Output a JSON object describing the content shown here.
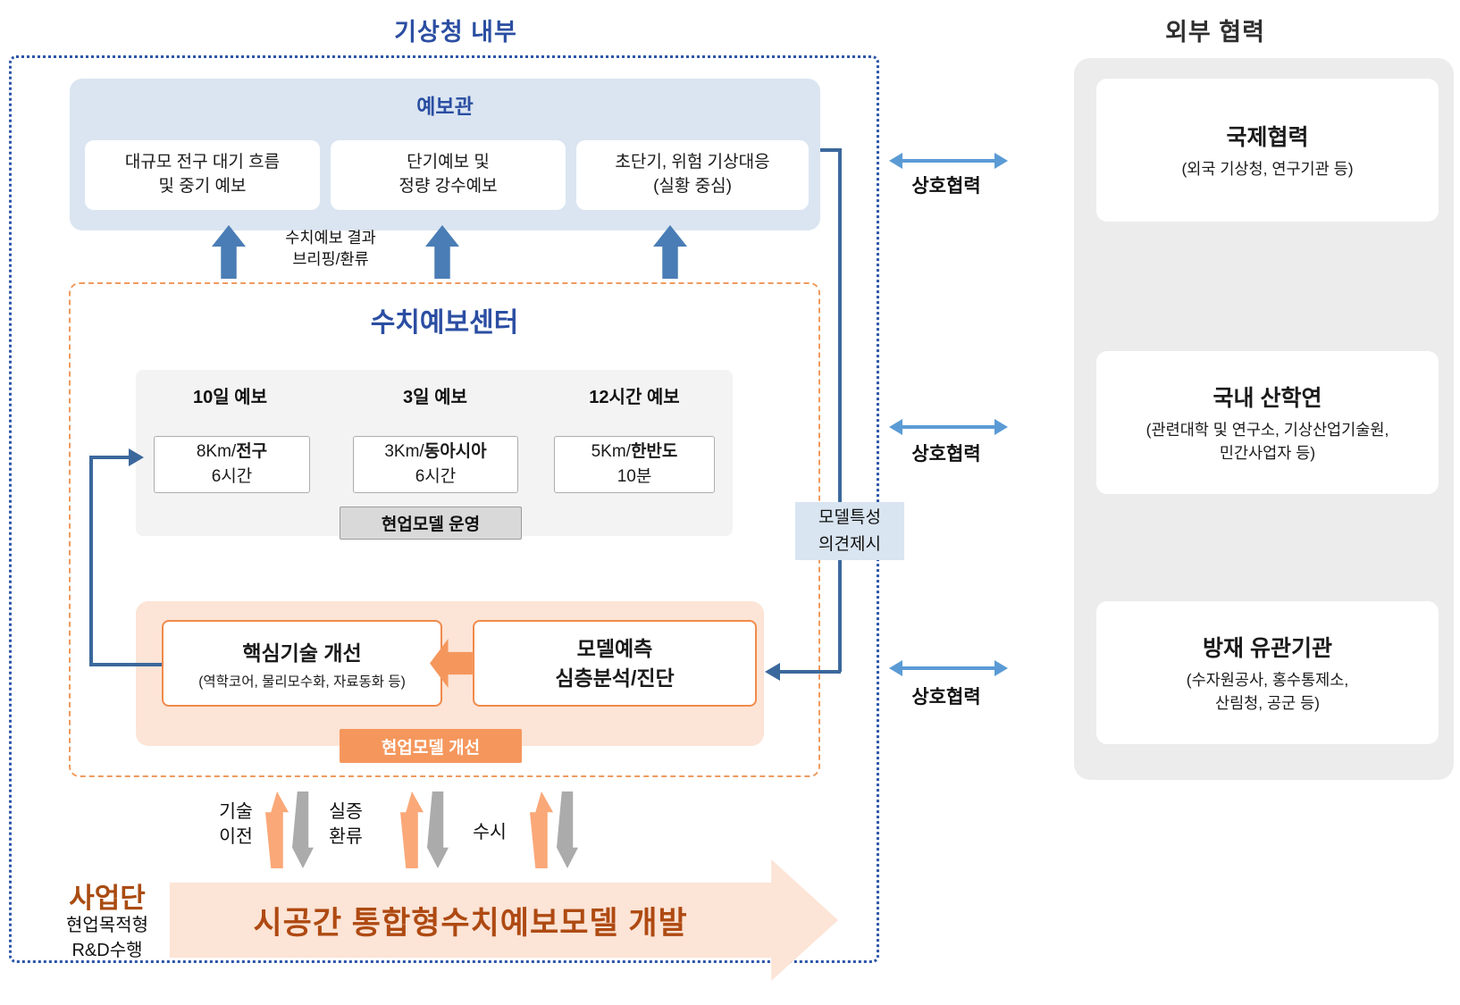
{
  "header": {
    "internal_title": "기상청 내부",
    "external_title": "외부 협력"
  },
  "forecaster": {
    "title": "예보관",
    "boxes": [
      {
        "line1": "대규모 전구 대기 흐름",
        "line2": "및 중기 예보"
      },
      {
        "line1": "단기예보 및",
        "line2": "정량 강수예보"
      },
      {
        "line1": "초단기, 위험 기상대응",
        "line2": "(실황 중심)"
      }
    ]
  },
  "briefing": {
    "line1": "수치예보 결과",
    "line2": "브리핑/환류"
  },
  "nwp": {
    "title": "수치예보센터",
    "columns": [
      {
        "header": "10일 예보",
        "res": "8Km/",
        "domain": "전구",
        "cycle": "6시간"
      },
      {
        "header": "3일 예보",
        "res": "3Km/",
        "domain": "동아시아",
        "cycle": "6시간"
      },
      {
        "header": "12시간 예보",
        "res": "5Km/",
        "domain": "한반도",
        "cycle": "10분"
      }
    ],
    "ops_label": "현업모델 운영",
    "core_tech": {
      "title": "핵심기술 개선",
      "subtitle": "(역학코어, 물리모수화, 자료동화 등)"
    },
    "diagnosis": {
      "line1": "모델예측",
      "line2": "심층분석/진단"
    },
    "improve_label": "현업모델 개선"
  },
  "feedback": {
    "line1": "모델특성",
    "line2": "의견제시"
  },
  "bottom": {
    "tech": {
      "line1": "기술",
      "line2": "이전"
    },
    "proof": {
      "line1": "실증",
      "line2": "환류"
    },
    "anytime": "수시",
    "org_name": "사업단",
    "org_line2": "현업목적형",
    "org_line3": "R&D수행",
    "big_arrow_text": "시공간 통합형수치예보모델 개발"
  },
  "external": {
    "mutual_label": "상호협력",
    "orgs": [
      {
        "title": "국제협력",
        "sub1": "(외국 기상청, 연구기관 등)",
        "sub2": ""
      },
      {
        "title": "국내 산학연",
        "sub1": "(관련대학 및 연구소, 기상산업기술원,",
        "sub2": "민간사업자 등)"
      },
      {
        "title": "방재 유관기관",
        "sub1": "(수자원공사, 홍수통제소,",
        "sub2": "산림청, 공군 등)"
      }
    ]
  },
  "colors": {
    "title_blue": "#2B4EA2",
    "steel_arrow_blue": "#4A7DB5",
    "connector_blue": "#3B689C",
    "mutual_arrow_blue": "#5B9BD5",
    "light_blue_bg": "#DAE5F1",
    "feedback_bg": "#D9E5F1",
    "orange_border": "#F08A4B",
    "orange_bg": "#FCE4D6",
    "orange_strong": "#F5975D",
    "brown_text": "#AE4A12",
    "gray_panel": "#F3F3F3",
    "external_panel": "#ECECEC"
  }
}
